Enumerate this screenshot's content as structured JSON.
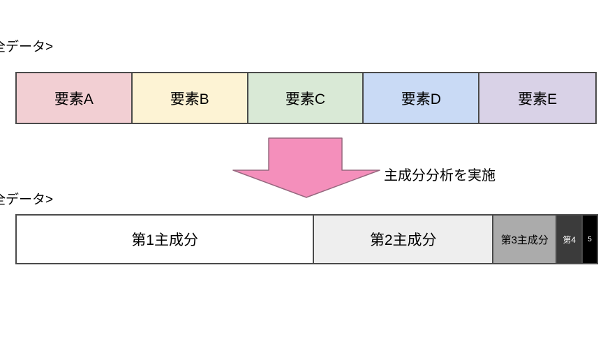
{
  "top_section": {
    "dataset_label": "全データ>",
    "row": {
      "segments": [
        {
          "label": "要素A",
          "fill": "#F2CFD3",
          "text_color": "#000000",
          "width_pct": 20
        },
        {
          "label": "要素B",
          "fill": "#FDF3D4",
          "text_color": "#000000",
          "width_pct": 20
        },
        {
          "label": "要素C",
          "fill": "#D9E9D6",
          "text_color": "#000000",
          "width_pct": 20
        },
        {
          "label": "要素D",
          "fill": "#C9DAF5",
          "text_color": "#000000",
          "width_pct": 20
        },
        {
          "label": "要素E",
          "fill": "#D9D2E7",
          "text_color": "#000000",
          "width_pct": 20
        }
      ]
    }
  },
  "transform": {
    "arrow_caption": "主成分分析を実施",
    "arrow_fill": "#F48FBB",
    "arrow_stroke": "#96687F"
  },
  "bottom_section": {
    "dataset_label": "全データ>",
    "row": {
      "segments": [
        {
          "label": "第1主成分",
          "fill": "#FFFFFF",
          "text_color": "#000000",
          "width_pct": 51.3
        },
        {
          "label": "第2主成分",
          "fill": "#EEEEEE",
          "text_color": "#000000",
          "width_pct": 30.9
        },
        {
          "label": "第3主成分",
          "fill": "#ABABAB",
          "text_color": "#000000",
          "width_pct": 11.0
        },
        {
          "label": "第4",
          "fill": "#3B3B3B",
          "text_color": "#FFFFFF",
          "width_pct": 4.4
        },
        {
          "label": "5",
          "fill": "#000000",
          "text_color": "#FFFFFF",
          "width_pct": 2.4
        }
      ]
    }
  }
}
